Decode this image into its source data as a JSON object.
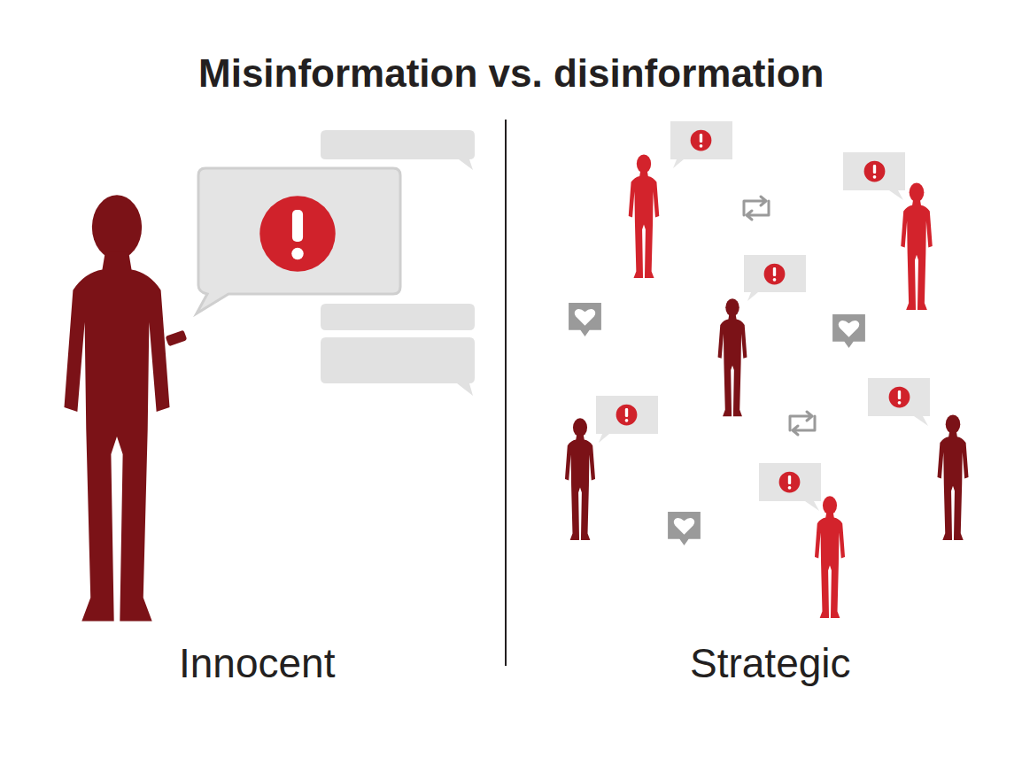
{
  "diagram": {
    "title": "Misinformation vs. disinformation",
    "labels": [
      "Innocent",
      "Strategic"
    ]
  }
}
